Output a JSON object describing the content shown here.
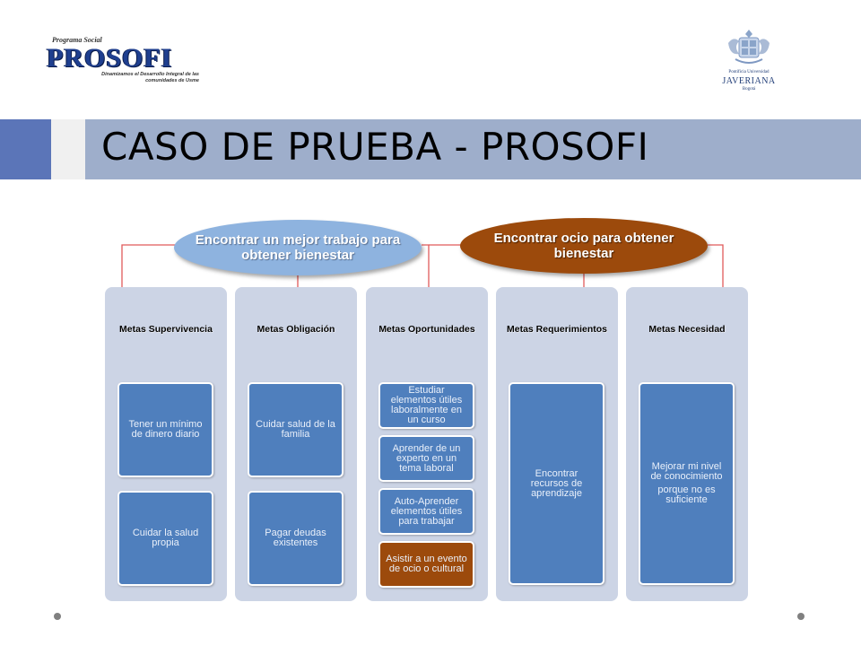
{
  "header": {
    "logo_left": {
      "top_text": "Programa Social",
      "word": "PROSOFI",
      "subtitle": "Dinamizamos el Desarrollo Integral de las comunidades de Usme"
    },
    "logo_right": {
      "line1": "Pontificia Universidad",
      "line2": "JAVERIANA",
      "line3": "Bogotá"
    }
  },
  "title": "CASO DE PRUEBA - PROSOFI",
  "diagram": {
    "goals": [
      {
        "label": "Encontrar un mejor trabajo para obtener bienestar",
        "color": "#8eb3df"
      },
      {
        "label": "Encontrar ocio para obtener bienestar",
        "color": "#9c4a0c"
      }
    ],
    "columns": [
      {
        "title": "Metas Supervivencia",
        "cards": [
          {
            "text": "Tener un mínimo de dinero diario"
          },
          {
            "text": "Cuidar la salud propia"
          }
        ]
      },
      {
        "title": "Metas Obligación",
        "cards": [
          {
            "text": "Cuidar salud de la familia"
          },
          {
            "text": "Pagar deudas existentes"
          }
        ]
      },
      {
        "title": "Metas Oportunidades",
        "cards": [
          {
            "text": "Estudiar elementos útiles laboralmente en un curso"
          },
          {
            "text": "Aprender de un experto en un tema laboral"
          },
          {
            "text": "Auto-Aprender elementos útiles para trabajar"
          },
          {
            "text": "Asistir a un evento de ocio o cultural",
            "color": "#9c4a0c"
          }
        ]
      },
      {
        "title": "Metas Requerimientos",
        "cards": [
          {
            "text": "Encontrar recursos de aprendizaje"
          }
        ]
      },
      {
        "title": "Metas Necesidad",
        "cards": [
          {
            "text": "Mejorar mi nivel de conocimiento",
            "text2": "porque no es suficiente"
          }
        ]
      }
    ],
    "colors": {
      "connector": "#e05a5a",
      "column_bg": "#ccd4e5",
      "card": "#4f7fbd",
      "title_band": "#9eaecb",
      "title_accent": "#5b75b8"
    }
  }
}
